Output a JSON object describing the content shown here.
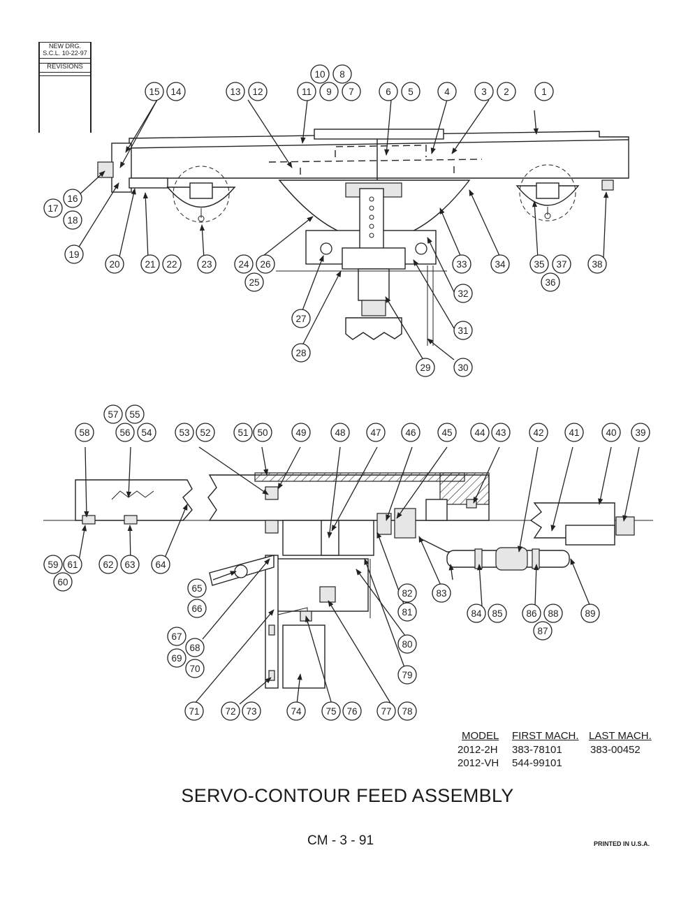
{
  "revisions": {
    "line1": "NEW DRG.",
    "line2": "S.C.L. 10-22-97",
    "header": "REVISIONS"
  },
  "callouts": [
    "1",
    "2",
    "3",
    "4",
    "5",
    "6",
    "7",
    "8",
    "9",
    "10",
    "11",
    "12",
    "13",
    "14",
    "15",
    "16",
    "17",
    "18",
    "19",
    "20",
    "21",
    "22",
    "23",
    "24",
    "25",
    "26",
    "27",
    "28",
    "29",
    "30",
    "31",
    "32",
    "33",
    "34",
    "35",
    "36",
    "37",
    "38",
    "39",
    "40",
    "41",
    "42",
    "43",
    "44",
    "45",
    "46",
    "47",
    "48",
    "49",
    "50",
    "51",
    "52",
    "53",
    "54",
    "55",
    "56",
    "57",
    "58",
    "59",
    "60",
    "61",
    "62",
    "63",
    "64",
    "65",
    "66",
    "67",
    "68",
    "69",
    "70",
    "71",
    "72",
    "73",
    "74",
    "75",
    "76",
    "77",
    "78",
    "79",
    "80",
    "81",
    "82",
    "83",
    "84",
    "85",
    "86",
    "87",
    "88",
    "89"
  ],
  "model_table": {
    "headers": [
      "MODEL",
      "FIRST MACH.",
      "LAST MACH."
    ],
    "rows": [
      [
        "2012-2H",
        "383-78101",
        "383-00452"
      ],
      [
        "2012-VH",
        "544-99101",
        ""
      ]
    ]
  },
  "title": "SERVO-CONTOUR FEED ASSEMBLY",
  "page_number": "CM - 3 - 91",
  "printed_note": "PRINTED IN U.S.A."
}
